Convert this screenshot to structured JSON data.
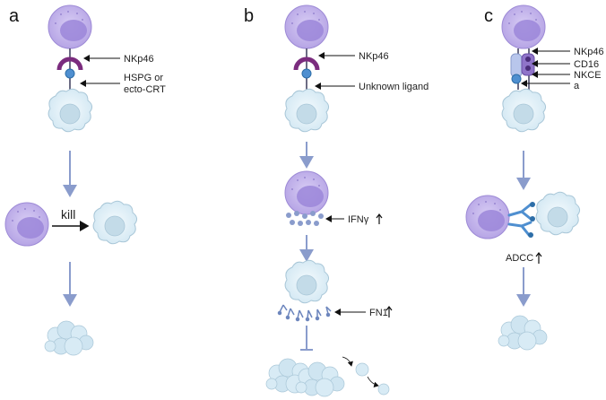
{
  "panels": {
    "a": {
      "letter": "a",
      "labels": {
        "receptor": "NKp46",
        "ligand_line1": "HSPG or",
        "ligand_line2": "ecto-CRT",
        "action": "kill"
      }
    },
    "b": {
      "letter": "b",
      "labels": {
        "receptor": "NKp46",
        "ligand": "Unknown ligand",
        "cytokine": "IFNγ",
        "matrix": "FN1"
      }
    },
    "c": {
      "letter": "c",
      "labels": {
        "receptor1": "NKp46",
        "receptor2": "CD16",
        "engager": "NKCE",
        "target": "a",
        "effect": "ADCC"
      }
    }
  },
  "colors": {
    "nk_cell": "#b9a9e6",
    "nk_nucleus": "#9b86d9",
    "tumor_cell": "#dfeff8",
    "tumor_nucleus": "#c3dbe8",
    "arrow": "#8a9ccc",
    "receptor": "#7b2c7e",
    "ligand": "#4f8fd0"
  },
  "icons": [
    "nk-cell-icon",
    "tumor-cell-icon",
    "receptor-icon",
    "antibody-icon",
    "cytokine-dots-icon",
    "fibronectin-icon",
    "tumor-debris-icon"
  ]
}
